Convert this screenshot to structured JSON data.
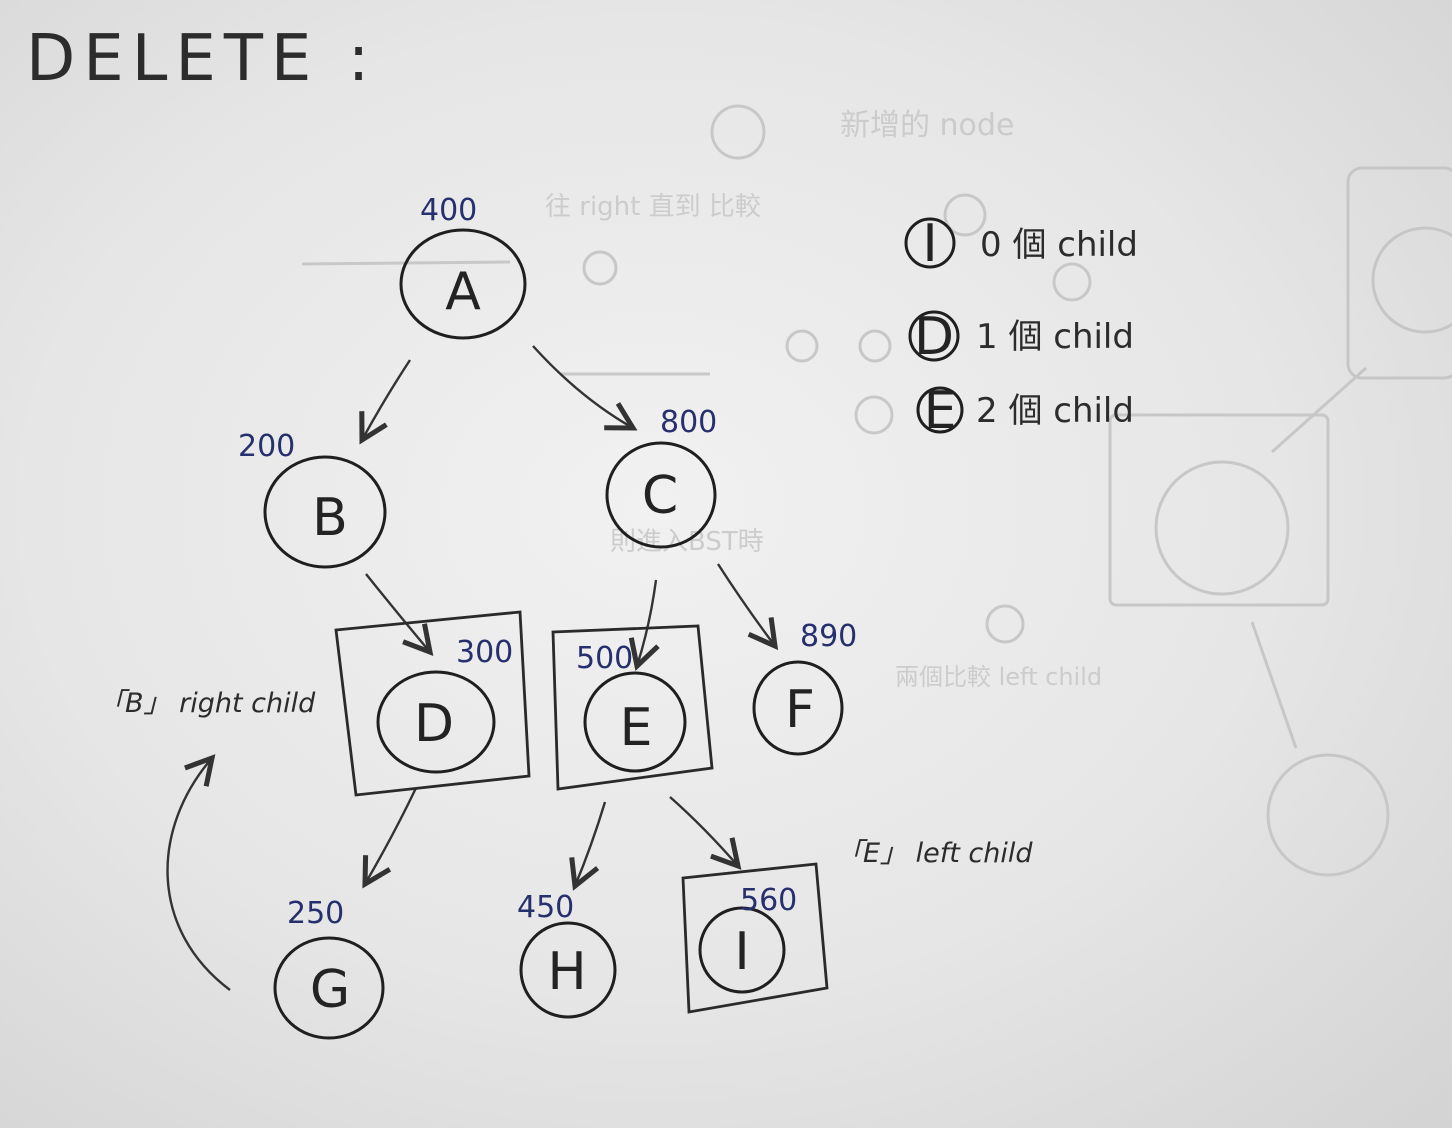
{
  "title": "DELETE :",
  "legend": [
    {
      "symbol": "I",
      "text": "0 個 child"
    },
    {
      "symbol": "D",
      "text": "1 個 child"
    },
    {
      "symbol": "E",
      "text": "2 個 child"
    }
  ],
  "nodes": [
    {
      "id": "A",
      "value": "400"
    },
    {
      "id": "B",
      "value": "200"
    },
    {
      "id": "C",
      "value": "800"
    },
    {
      "id": "D",
      "value": "300"
    },
    {
      "id": "E",
      "value": "500"
    },
    {
      "id": "F",
      "value": "890"
    },
    {
      "id": "G",
      "value": "250"
    },
    {
      "id": "H",
      "value": "450"
    },
    {
      "id": "I",
      "value": "560"
    }
  ],
  "edges": [
    [
      "A",
      "B"
    ],
    [
      "A",
      "C"
    ],
    [
      "B",
      "D"
    ],
    [
      "C",
      "E"
    ],
    [
      "C",
      "F"
    ],
    [
      "D",
      "G"
    ],
    [
      "E",
      "H"
    ],
    [
      "E",
      "I"
    ]
  ],
  "highlighted_nodes": [
    "D",
    "E",
    "I"
  ],
  "annotations": {
    "b_right_child": "「B」 right child",
    "e_left_child": "「E」 left child"
  },
  "colors": {
    "ink": "#1f1f1f",
    "number_ink": "#27306e",
    "paper": "#ececec"
  }
}
